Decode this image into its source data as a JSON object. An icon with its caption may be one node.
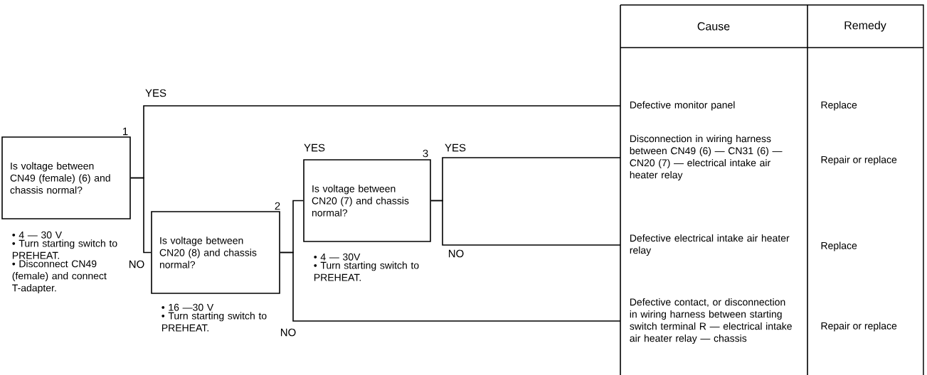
{
  "diagram": {
    "nodes": [
      {
        "text": [
          "Is voltage between CN49 (female) (6) and chassis normal?"
        ],
        "beside": [
          "1",
          "• 4 — 30 V",
          "• Turn starting switch to PREHEAT.",
          "• Disconnect CN49 (female) and connect T-adapter."
        ]
      },
      {
        "text": [
          "Is voltage between CN20 (8) and chassis normal?"
        ],
        "beside": [
          "2",
          "• 16 —30 V",
          "• Turn starting switch to PREHEAT."
        ]
      },
      {
        "text": [
          "Is voltage between CN20 (7) and chassis normal?"
        ],
        "beside": [
          "3",
          "• 4 — 30V",
          "• Turn starting switch to PREHEAT."
        ]
      },
      {
        "text": [
          "Defective monitor panel"
        ]
      },
      {
        "text": [
          "Disconnection in wiring harness between CN49 (6) — CN31 (6) — CN20 (7) — electrical intake air heater relay"
        ]
      },
      {
        "text": [
          "Defective electrical intake air heater relay"
        ]
      },
      {
        "text": [
          "Defective contact, or disconnection in wiring harness between starting switch terminal R — electrical intake air heater relay — chassis"
        ]
      }
    ],
    "edges": [
      {
        "from": 0,
        "to": 3,
        "arrow": "none",
        "label": "YES"
      },
      {
        "from": 0,
        "to": 1,
        "arrow": "none",
        "label": "NO"
      },
      {
        "from": 1,
        "to": 2,
        "arrow": "none",
        "label": "YES"
      },
      {
        "from": 1,
        "to": 6,
        "arrow": "none",
        "label": "NO"
      },
      {
        "from": 2,
        "to": 4,
        "arrow": "none",
        "label": "YES"
      },
      {
        "from": 2,
        "to": 5,
        "arrow": "none",
        "label": "NO"
      }
    ],
    "labels": [
      "Cause",
      "Remedy",
      "Replace",
      "Repair or replace",
      "Replace",
      "Repair or replace"
    ]
  }
}
